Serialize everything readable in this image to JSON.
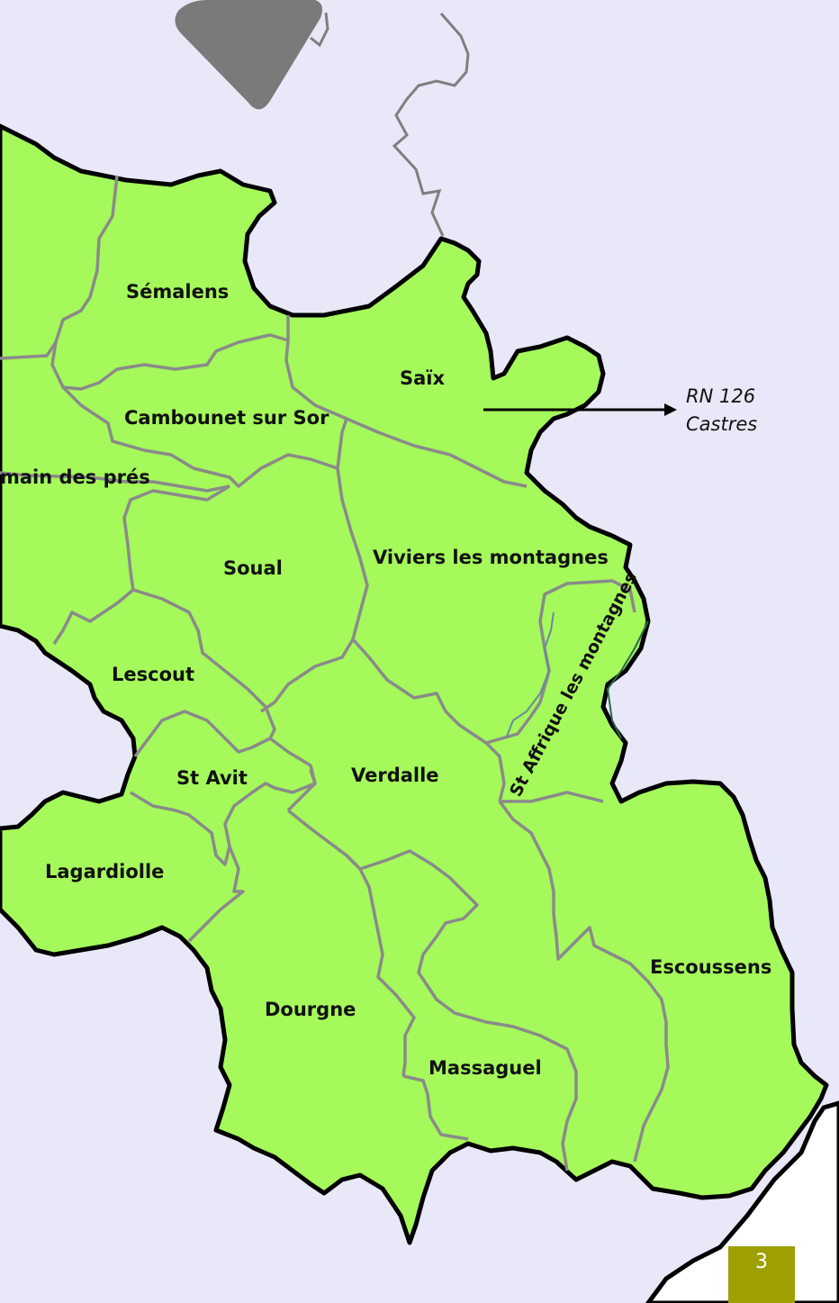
{
  "colors": {
    "background": "#e8e8f8",
    "land": "#a5f95b",
    "border_outer": "#000000",
    "border_inner": "#8a8a8a",
    "badge": "#9da000",
    "north_arrow": "#7a7a7a"
  },
  "communes": [
    {
      "id": "semalens",
      "label": "Sémalens"
    },
    {
      "id": "saix",
      "label": "Saïx"
    },
    {
      "id": "cambounet",
      "label": "Cambounet sur Sor"
    },
    {
      "id": "st-germain",
      "label": "main des prés"
    },
    {
      "id": "soual",
      "label": "Soual"
    },
    {
      "id": "viviers",
      "label": "Viviers les montagnes"
    },
    {
      "id": "st-affrique",
      "label": "St Affrique les montagnes"
    },
    {
      "id": "lescout",
      "label": "Lescout"
    },
    {
      "id": "st-avit",
      "label": "St Avit"
    },
    {
      "id": "verdalle",
      "label": "Verdalle"
    },
    {
      "id": "lagardiolle",
      "label": "Lagardiolle"
    },
    {
      "id": "dourgne",
      "label": "Dourgne"
    },
    {
      "id": "massaguel",
      "label": "Massaguel"
    },
    {
      "id": "escoussens",
      "label": "Escoussens"
    }
  ],
  "road": {
    "line1": "RN 126",
    "line2": "Castres"
  },
  "page_number": "3",
  "icons": {
    "north": "north-arrow-icon",
    "road_arrow": "road-arrow-icon"
  }
}
